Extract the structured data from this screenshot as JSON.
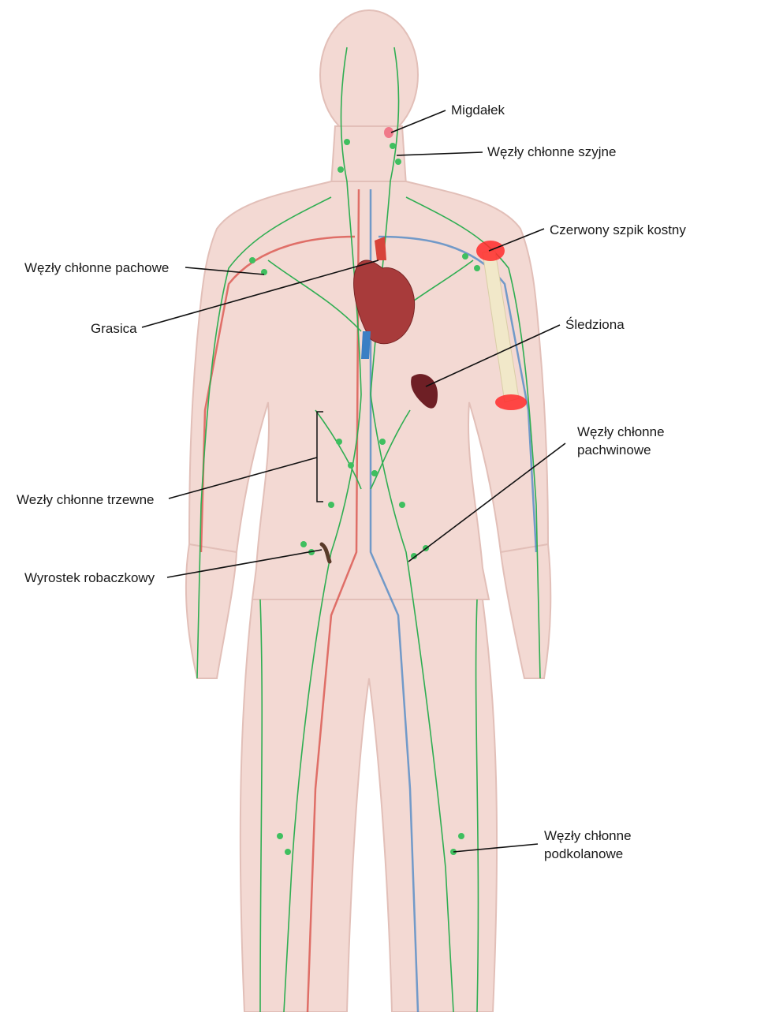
{
  "diagram": {
    "colors": {
      "background": "#ffffff",
      "skin": "#f3d9d3",
      "skin_outline": "#e2bfb8",
      "lymph": "#2fae52",
      "lymph_node": "#3fbf5f",
      "artery": "#d7423a",
      "vein": "#3b7fc4",
      "heart": "#a83b3b",
      "spleen": "#6e1f25",
      "bone": "#f1e8c9",
      "marrow": "#ff2a2a",
      "tonsil": "#f07a8a",
      "leader_line": "#111111"
    },
    "labels": {
      "tonsil": "Migdałek",
      "cervical_nodes": "Węzły chłonne szyjne",
      "red_marrow": "Czerwony szpik kostny",
      "axillary_nodes": "Węzły chłonne pachowe",
      "thymus": "Grasica",
      "spleen": "Śledziona",
      "inguinal_nodes_line1": "Węzły chłonne",
      "inguinal_nodes_line2": "pachwinowe",
      "mesenteric_nodes": "Wezły chłonne trzewne",
      "appendix": "Wyrostek robaczkowy",
      "popliteal_nodes_line1": "Węzły chłonne",
      "popliteal_nodes_line2": "podkolanowe"
    }
  }
}
